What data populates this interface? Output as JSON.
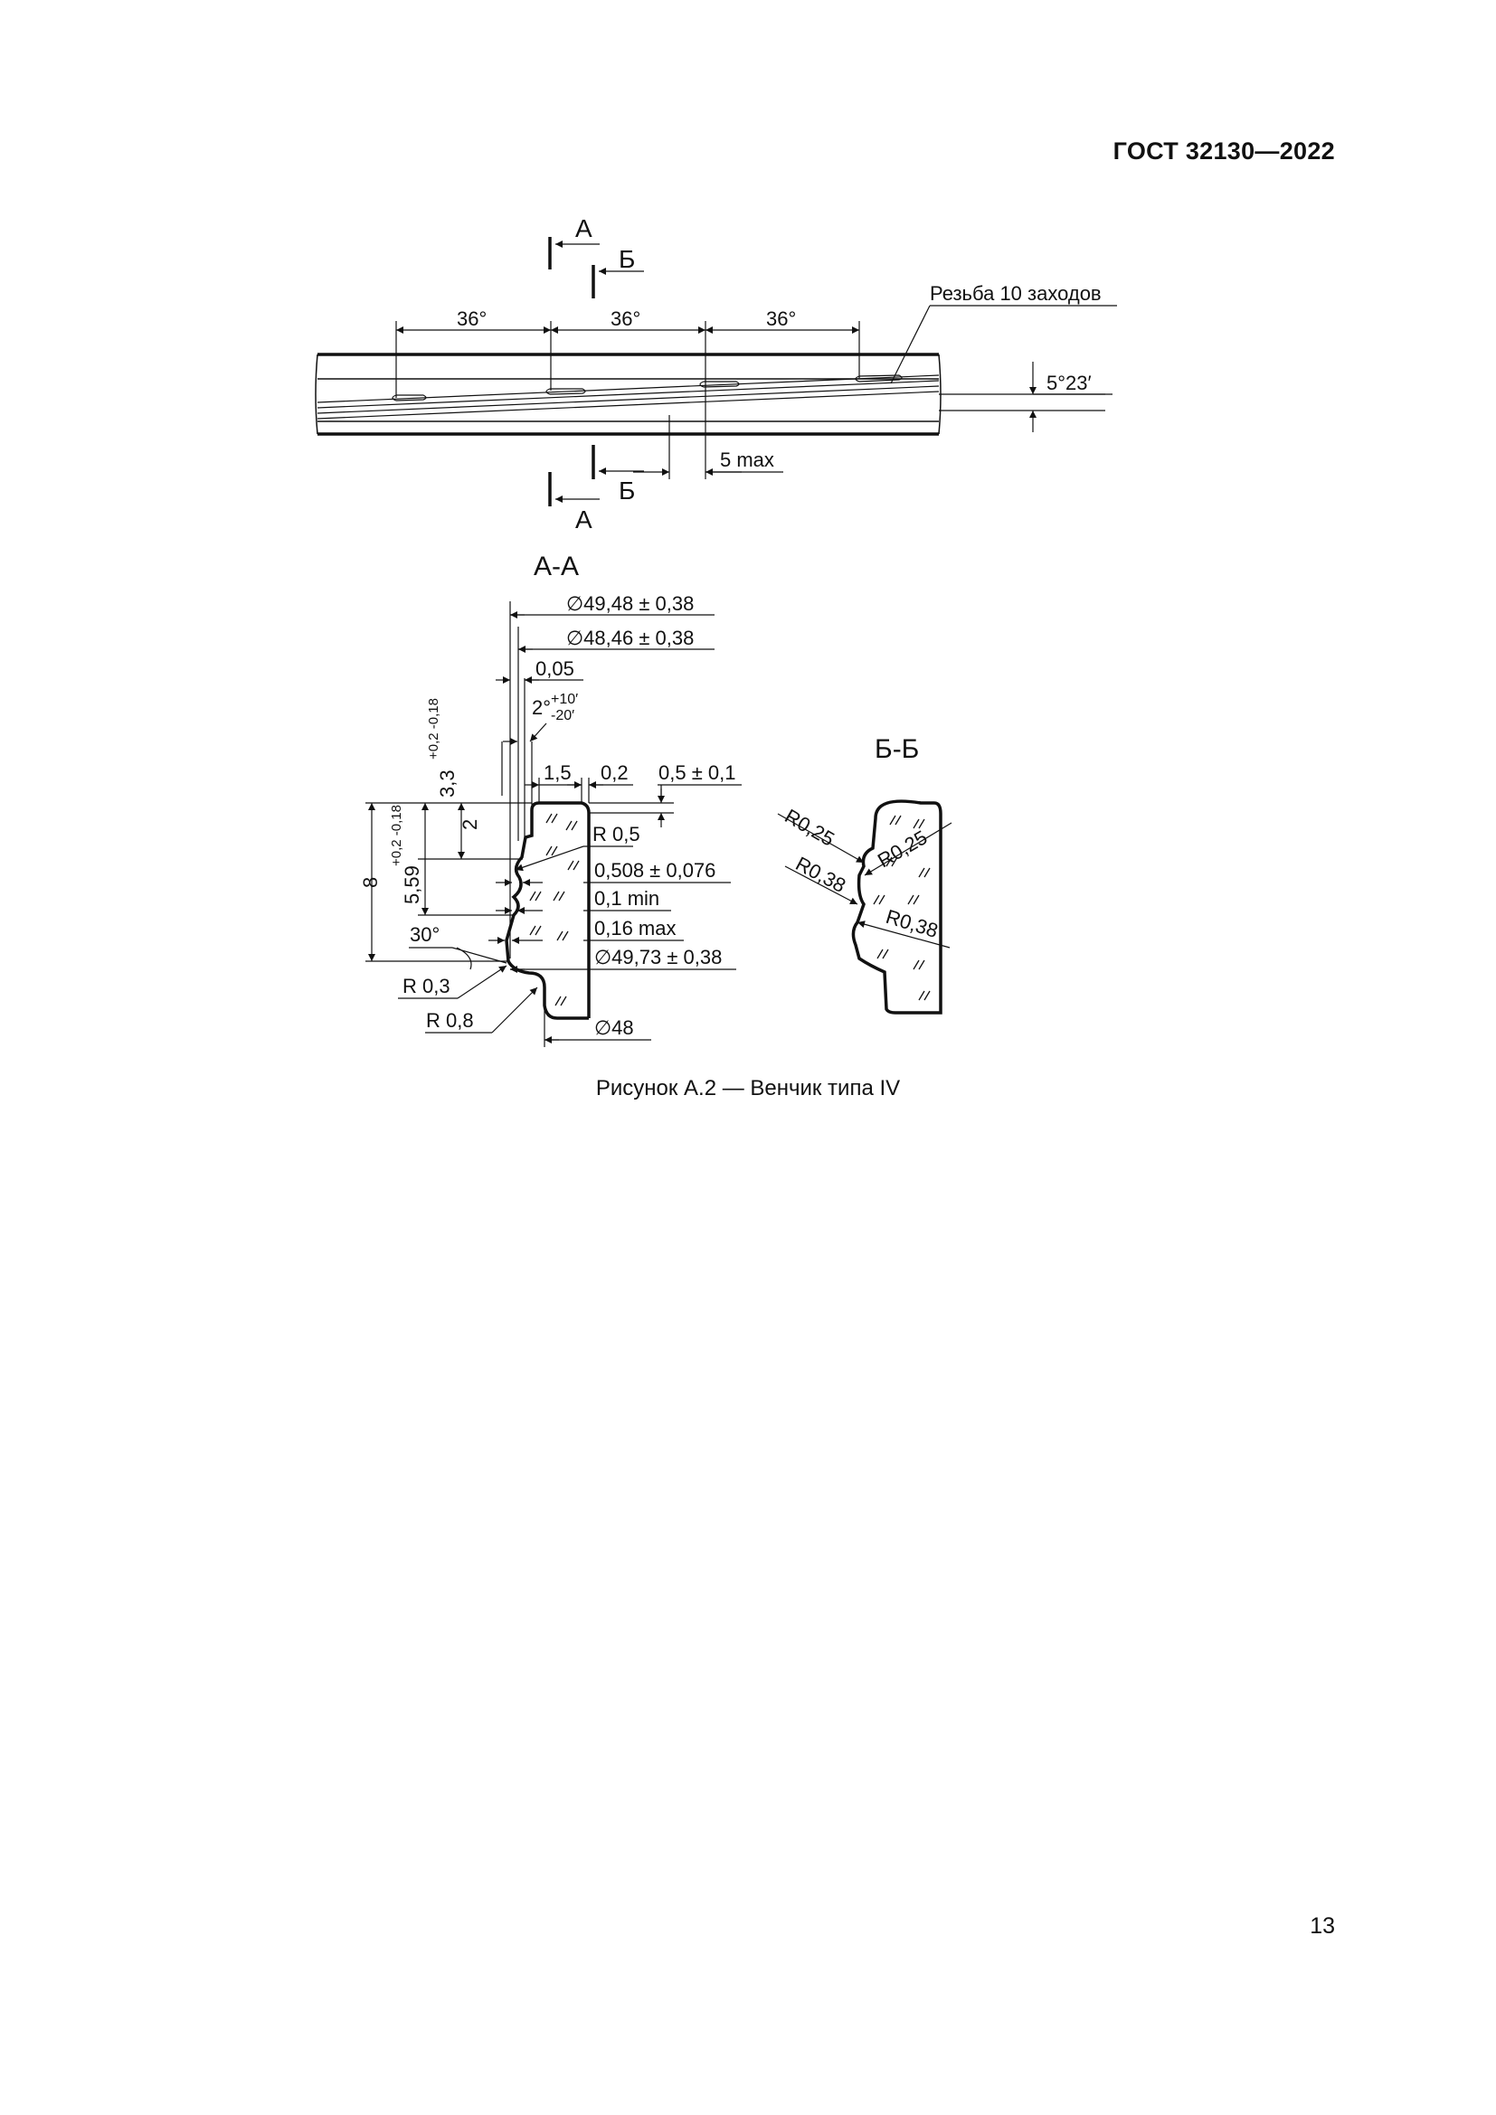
{
  "header": {
    "standard": "ГОСТ 32130—2022"
  },
  "figure": {
    "caption": "Рисунок А.2 — Венчик типа IV",
    "section_marks": {
      "a": "А",
      "b": "Б"
    },
    "top_view": {
      "angles": [
        "36°",
        "36°",
        "36°"
      ],
      "thread_label": "Резьба 10 заходов",
      "helix_angle": "5°23′",
      "max_offset": "5 max"
    },
    "section_aa": {
      "title": "А-А",
      "dims": {
        "d1": "∅49,48 ± 0,38",
        "d2": "∅48,46 ± 0,38",
        "gap": "0,05",
        "taper_base": "2°",
        "taper_plus": "+10′",
        "taper_minus": "-20′",
        "step_15": "1,5",
        "step_02": "0,2",
        "step_05": "0,5 ± 0,1",
        "h_33_base": "3,3",
        "h_33_tol": "+0,2 -0,18",
        "h_559_base": "5,59",
        "h_559_tol": "+0,2 -0,18",
        "h_8": "8",
        "h_2": "2",
        "r05": "R 0,5",
        "groove": "0,508 ± 0,076",
        "min01": "0,1 min",
        "max016": "0,16 max",
        "d3": "∅49,73 ± 0,38",
        "angle30": "30°",
        "r03": "R 0,3",
        "r08": "R 0,8",
        "d48": "∅48"
      }
    },
    "section_bb": {
      "title": "Б-Б",
      "r1": "R0,25",
      "r2": "R0,25",
      "r3": "R0,38",
      "r4": "R0,38"
    }
  },
  "page_number": "13"
}
